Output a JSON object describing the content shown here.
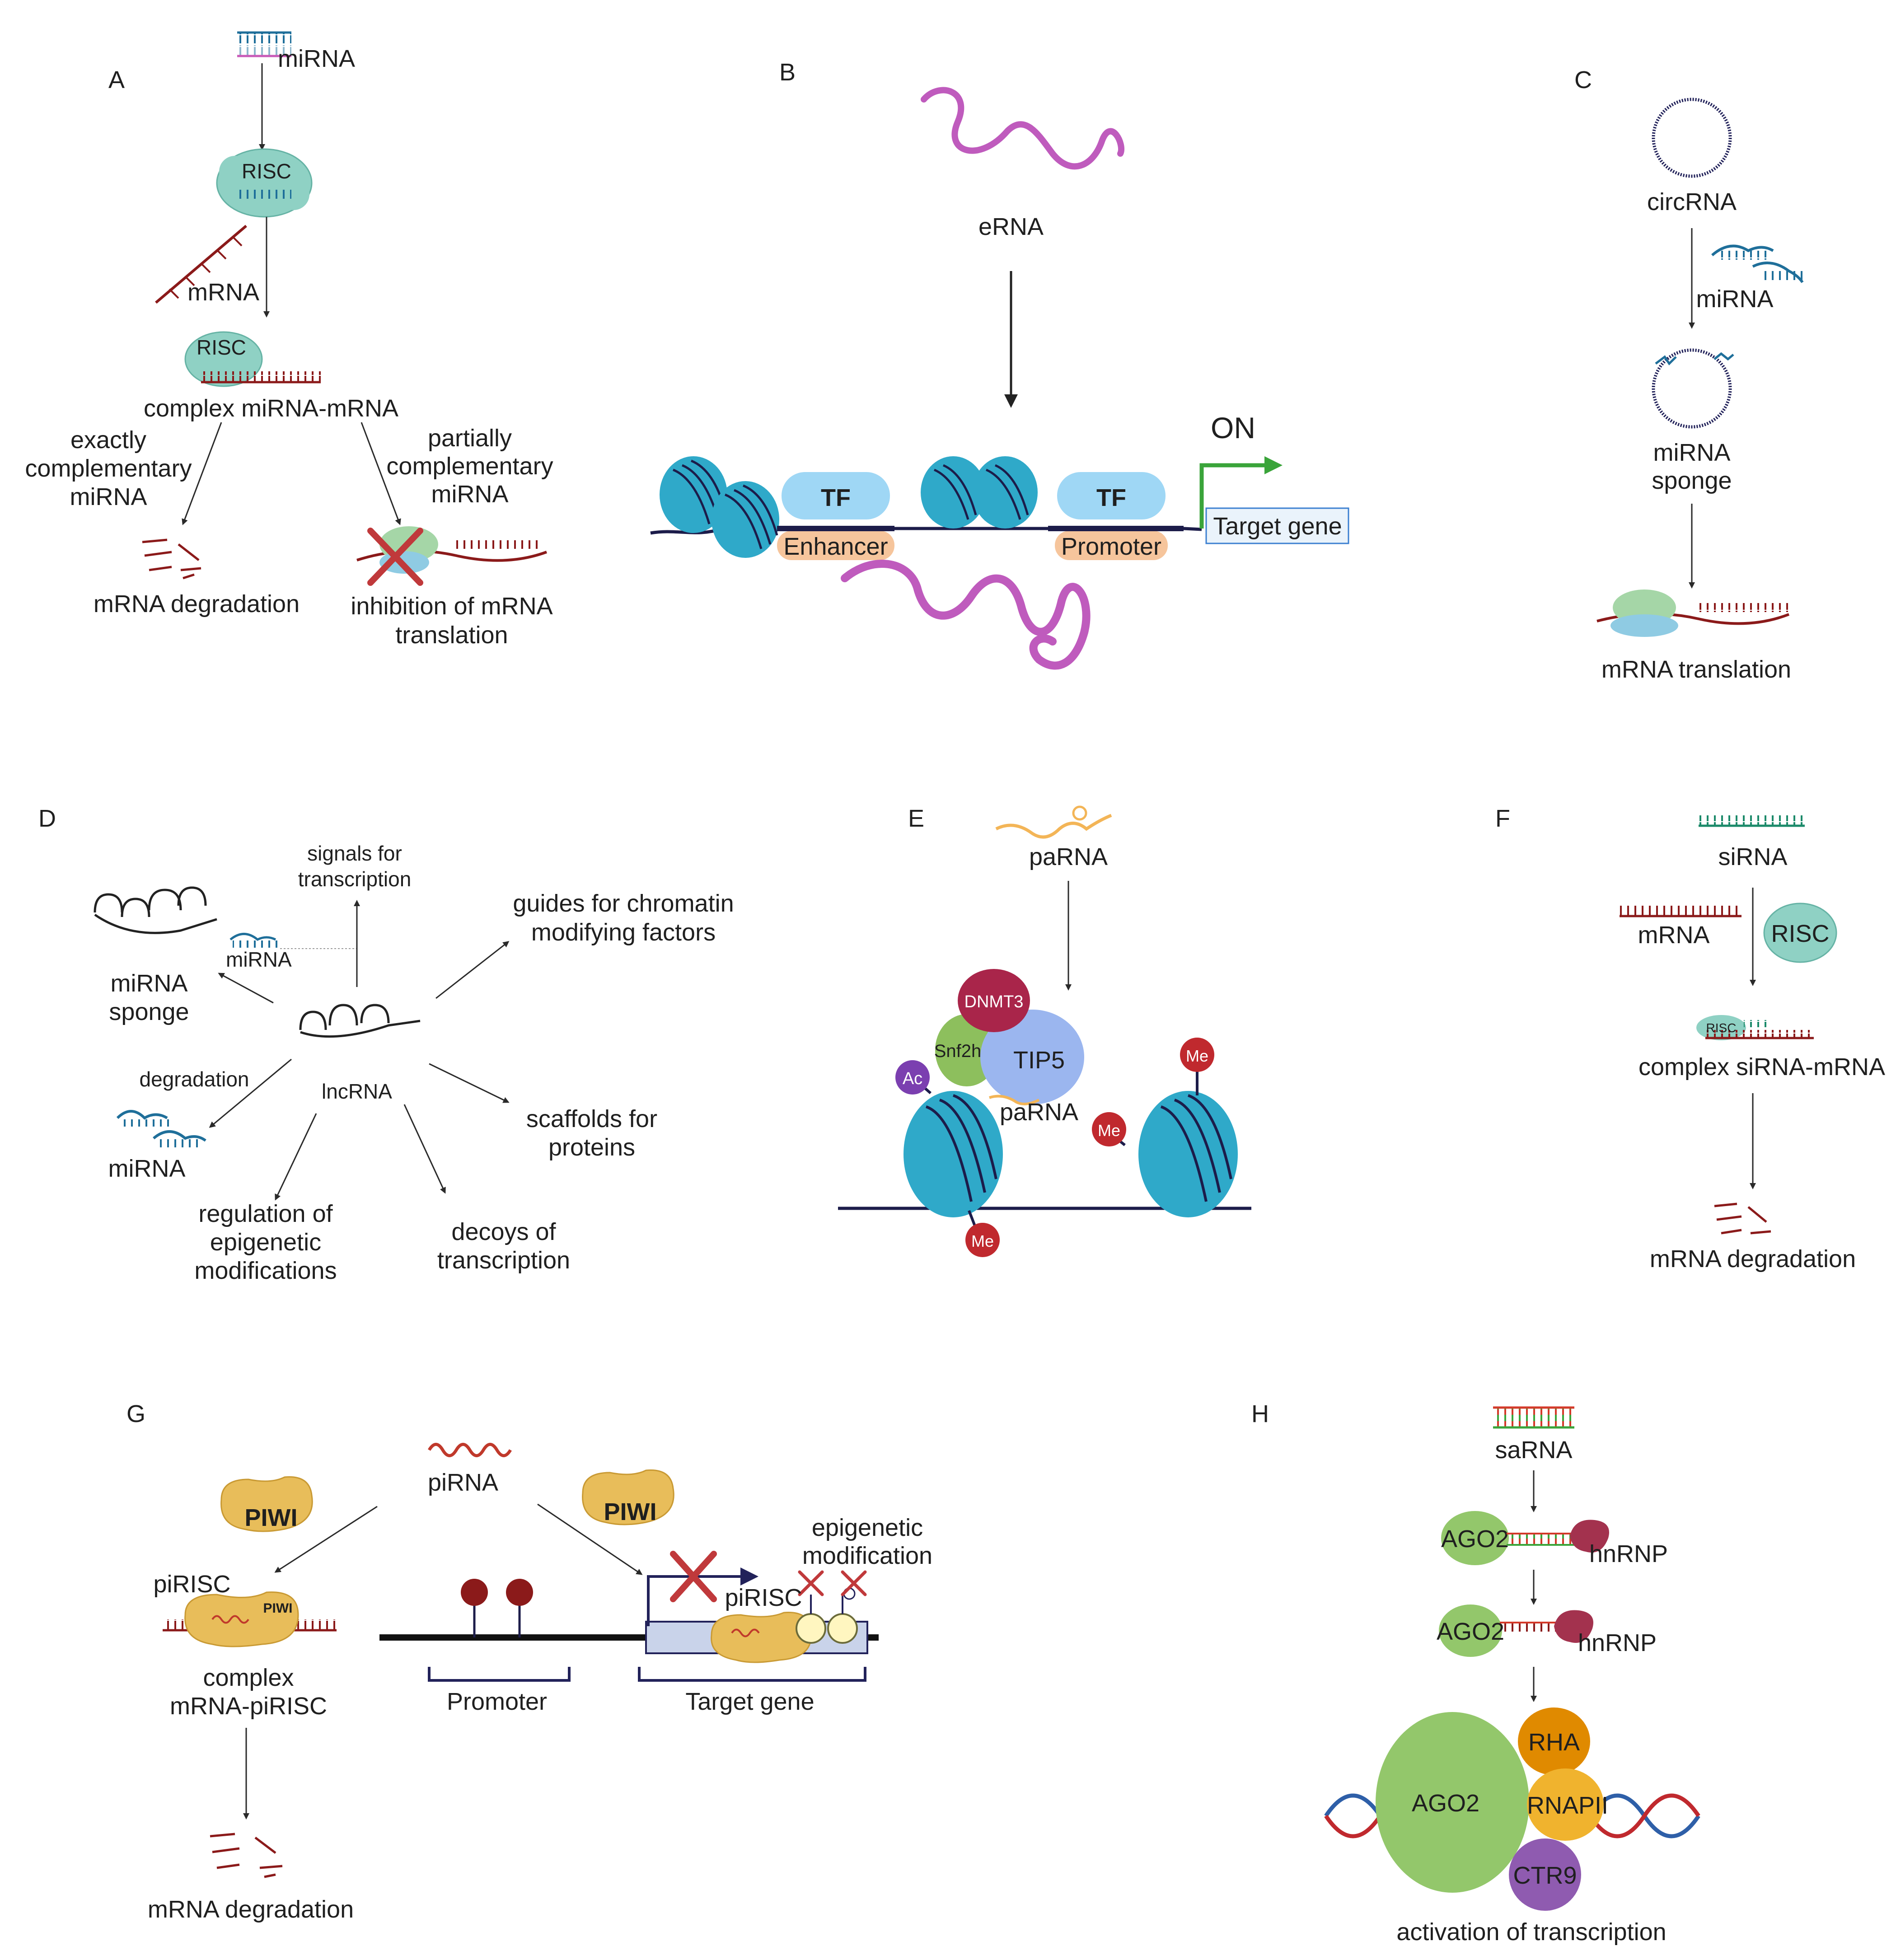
{
  "colors": {
    "mirna": "#1f6f9a",
    "mirna_pink": "#c85ab8",
    "mrna": "#8b1a1a",
    "risc": "#8fd1c4",
    "erna": "#bf5bbd",
    "tf": "#9fd7f5",
    "enhancer": "#f6c59c",
    "histone": "#2fa9c9",
    "dna": "#1c1c4a",
    "arrow_on": "#3aa43a",
    "piwi": "#e8bd5a",
    "ago2": "#93c76b",
    "hnrnp": "#a3324e",
    "rha": "#e08a00",
    "rnapii": "#f0b32e",
    "ctr9": "#8f5bb0",
    "me": "#c0292e",
    "ac": "#7b3fb0",
    "dnmt3": "#a9254a",
    "snf2h": "#8dbf5d",
    "tip5": "#9bb6ef",
    "cross": "#c0393b"
  },
  "panelA": {
    "letter": "A",
    "mirna": "miRNA",
    "risc1": "RISC",
    "mrna": "mRNA",
    "risc2": "RISC",
    "complex": "complex miRNA-mRNA",
    "exact": [
      "exactly",
      "complementary",
      "miRNA"
    ],
    "partial": [
      "partially",
      "complementary",
      "miRNA"
    ],
    "degradation": "mRNA degradation",
    "inhibition": [
      "inhibition of mRNA",
      "translation"
    ]
  },
  "panelB": {
    "letter": "B",
    "erna": "eRNA",
    "tf1": "TF",
    "tf2": "TF",
    "enhancer": "Enhancer",
    "promoter": "Promoter",
    "on": "ON",
    "target": "Target gene"
  },
  "panelC": {
    "letter": "C",
    "circrna": "circRNA",
    "mirna": "miRNA",
    "sponge": [
      "miRNA",
      "sponge"
    ],
    "translation": "mRNA translation"
  },
  "panelD": {
    "letter": "D",
    "signals": [
      "signals for",
      "transcription"
    ],
    "guides": [
      "guides for chromatin",
      "modifying factors"
    ],
    "mirna_small": "miRNA",
    "sponge": [
      "miRNA",
      "sponge"
    ],
    "degradation": "degradation",
    "lncrna": "lncRNA",
    "mirna": "miRNA",
    "scaffolds": [
      "scaffolds for",
      "proteins"
    ],
    "regulation": [
      "regulation of",
      "epigenetic",
      "modifications"
    ],
    "decoys": [
      "decoys of",
      "transcription"
    ]
  },
  "panelE": {
    "letter": "E",
    "parna": "paRNA",
    "dnmt3": "DNMT3",
    "snf2h": "Snf2h",
    "tip5": "TIP5",
    "ac": "Ac",
    "me": "Me",
    "parna2": "paRNA"
  },
  "panelF": {
    "letter": "F",
    "sirna": "siRNA",
    "mrna": "mRNA",
    "risc": "RISC",
    "risc_small": "RISC",
    "complex": "complex siRNA-mRNA",
    "degradation": "mRNA degradation"
  },
  "panelG": {
    "letter": "G",
    "pirna": "piRNA",
    "piwi1": "PIWI",
    "piwi2": "PIWI",
    "pirisc": "piRISC",
    "piwi_small": "PIWI",
    "complex": [
      "complex",
      "mRNA-piRISC"
    ],
    "degradation": "mRNA degradation",
    "promoter": "Promoter",
    "target": "Target gene",
    "pirisc2": "piRISC",
    "epigenetic": [
      "epigenetic",
      "modification"
    ]
  },
  "panelH": {
    "letter": "H",
    "sarna": "saRNA",
    "ago2_1": "AGO2",
    "hnrnp1": "hnRNP",
    "ago2_2": "AGO2",
    "hnrnp2": "hnRNP",
    "ago2_big": "AGO2",
    "rha": "RHA",
    "rnapii": "RNAPII",
    "ctr9": "CTR9",
    "activation": "activation of transcription"
  }
}
